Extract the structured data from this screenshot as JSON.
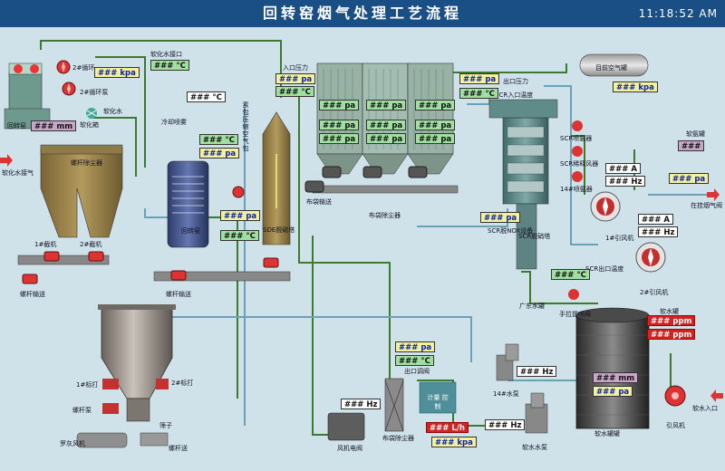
{
  "header": {
    "title": "回转窑烟气处理工艺流程",
    "clock": "11:18:52 AM"
  },
  "placeholder": "###",
  "units": {
    "kpa": "kpa",
    "c": "°C",
    "pa": "pa",
    "mm": "mm",
    "a": "A",
    "hz": "Hz",
    "ppm": "ppm",
    "lh": "L/h"
  },
  "labels": {
    "pump2_circ": "2#循环",
    "water_supply": "软化水接口",
    "pump2_circ_ring": "2#循环泵",
    "softwater": "软化水",
    "rotary_kiln_header": "回转窑",
    "softwater_pump": "软化箱",
    "cold_nozzle": "冷却喷雾",
    "softwater_in": "软化水接气",
    "screw_dust": "螺杆除尘器",
    "kiln_body": "回转窑",
    "pump1_cut": "1#截机",
    "pump2_cut": "2#截机",
    "screw_conveyor_left": "螺杆输送",
    "screw_conveyor_mid": "螺杆输送",
    "v_compressed_air": "素包压缩空气包",
    "sde_tower": "SDE脱硫塔",
    "inlet_pressure": "入口压力",
    "bag_conveyor": "布袋输送",
    "bag_dust": "布袋除尘器",
    "outlet_pressure": "出口压力",
    "scr_inlet_temp": "SCR入口温度",
    "air_tank": "目前空气罐",
    "scr_valve1": "SCR喷氨器",
    "scr_valve2": "SCR稀释风器",
    "scr_valve3": "14#喷氨器",
    "ammonia_tank": "软氨罐",
    "scr_nox": "SCR脱NOX设备",
    "scr_denitration": "SCR脱硝塔",
    "scr_outlet_temp": "SCR出口温度",
    "fan1": "1#引风机",
    "fan2": "2#引风机",
    "chimney": "在挂烟气阀",
    "gd_water": "广东水罐",
    "hand_valve": "手拉提喷阀",
    "sw_tank_top": "软水罐",
    "lime_silo_1": "1#标打",
    "lime_silo_2": "2#标打",
    "screw_pump": "螺杆泵",
    "lime_silo_dust": "筛子",
    "cyclone_fan": "罗灰风机",
    "screw_drive": "螺杆送",
    "fan_motor": "风机电阀",
    "bag_filter": "布袋除尘器",
    "meter_control": "计量 控制",
    "outlet_valve": "出口调阀",
    "p14_pump": "14#水泵",
    "sw_water_pump": "软水水泵",
    "sw_tank": "软水罐罐",
    "draft_fan": "引风机",
    "sw_inlet": "软水入口"
  }
}
